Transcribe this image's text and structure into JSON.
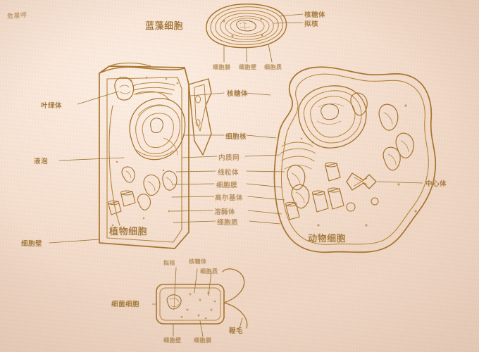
{
  "document": {
    "kind": "hand-drawn-biology-diagram",
    "title_corner": "危星呼",
    "ink_color": "#a8762f",
    "paper_color": "#f7e3d4"
  },
  "diagrams": {
    "cyanobacteria": {
      "title": "蓝藻细胞",
      "labels": {
        "ribosome": "核糖体",
        "nucleoid": "拟核",
        "membrane": "细胞膜",
        "wall": "细胞壁",
        "cytoplasm": "细胞质"
      }
    },
    "plant_cell": {
      "title": "植物细胞",
      "labels": {
        "chloroplast": "叶绿体",
        "vacuole": "液泡",
        "cell_wall": "细胞壁"
      }
    },
    "animal_cell": {
      "title": "动物细胞",
      "labels": {
        "centrosome": "中心体"
      }
    },
    "shared_center_labels": {
      "ribosome": "核糖体",
      "nucleus": "细胞核",
      "endoplasmic_reticulum": "内质网",
      "mitochondria": "线粒体",
      "cell_membrane": "细胞膜",
      "golgi": "高尔基体",
      "lysosome": "溶酶体",
      "cytoplasm": "细胞质"
    },
    "bacteria": {
      "title": "细菌细胞",
      "labels": {
        "nucleoid": "拟核",
        "ribosome": "核糖体",
        "cytoplasm": "细胞质",
        "cell_wall": "细胞壁",
        "cell_membrane": "细胞膜",
        "flagellum": "鞭毛"
      }
    }
  }
}
